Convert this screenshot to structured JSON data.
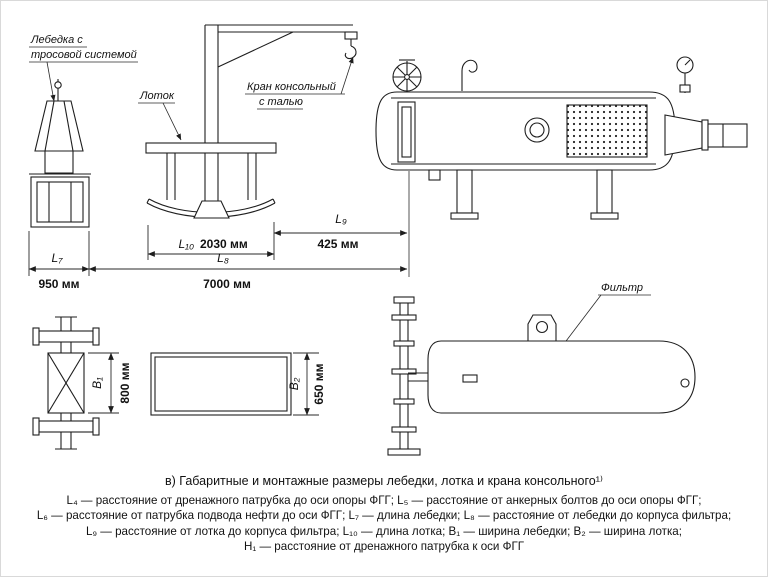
{
  "labels": {
    "winch_line1": "Лебедка с",
    "winch_line2": "тросовой системой",
    "tray": "Лоток",
    "crane_line1": "Кран консольный",
    "crane_line2": "с талью",
    "filter": "Фильтр"
  },
  "dimensions": {
    "l7": {
      "label": "L₇",
      "value": "950 мм"
    },
    "l8": {
      "label": "L₈",
      "value": "7000 мм"
    },
    "l9": {
      "label": "L₉",
      "value": "425 мм"
    },
    "l10": {
      "label": "L₁₀",
      "value": "2030 мм"
    },
    "b1": {
      "label": "B₁",
      "value": "800 мм"
    },
    "b2": {
      "label": "B₂",
      "value": "650 мм"
    }
  },
  "figure": {
    "caption": "в) Габаритные и монтажные размеры лебедки, лотка и крана консольного¹⁾",
    "legend": [
      "L₄ — расстояние от дренажного патрубка до оси опоры ФГГ; L₅ — расстояние от анкерных болтов до оси опоры ФГГ;",
      "L₆ — расстояние от патрубка подвода нефти до оси ФГГ; L₇ — длина лебедки; L₈ — расстояние от лебедки до корпуса фильтра;",
      "L₉ — расстояние от лотка до корпуса фильтра; L₁₀ — длина лотка; B₁ — ширина лебедки; B₂ — ширина лотка;",
      "H₁ — расстояние от дренажного патрубка к оси ФГГ"
    ]
  }
}
